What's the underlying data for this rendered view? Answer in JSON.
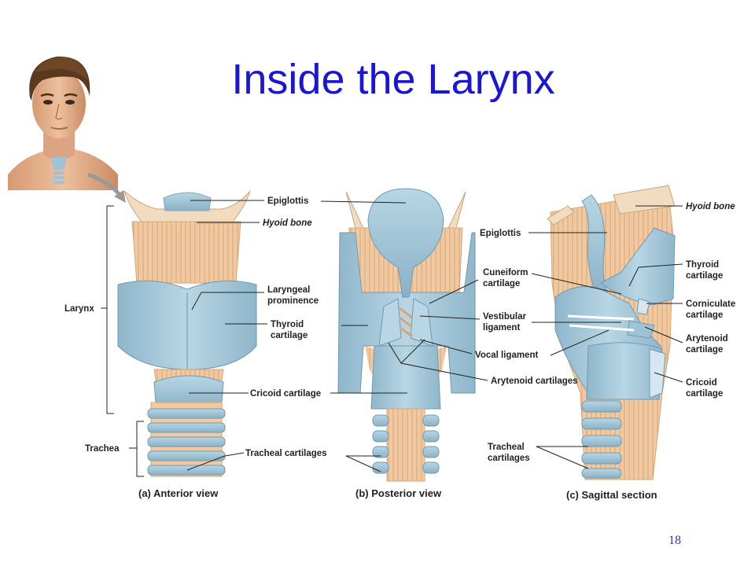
{
  "slide": {
    "title": "Inside the Larynx",
    "page_number": "18"
  },
  "figure": {
    "anterior": {
      "caption": "(a) Anterior view",
      "labels": {
        "epiglottis": "Epiglottis",
        "hyoid_bone": "Hyoid bone",
        "laryngeal_prominence": [
          "Laryngeal",
          "prominence"
        ],
        "thyroid_cartilage": [
          "Thyroid",
          "cartilage"
        ],
        "cricoid_cartilage": "Cricoid cartilage",
        "tracheal_cartilages": "Tracheal cartilages",
        "larynx": "Larynx",
        "trachea": "Trachea"
      }
    },
    "posterior": {
      "caption": "(b) Posterior view",
      "labels": {
        "cuneiform_cartilage": [
          "Cuneiform",
          "cartilage"
        ],
        "vestibular_ligament": [
          "Vestibular",
          "ligament"
        ],
        "vocal_ligament": "Vocal ligament",
        "arytenoid_cartilages": "Arytenoid cartilages"
      }
    },
    "sagittal": {
      "caption": "(c) Sagittal section",
      "labels": {
        "epiglottis": "Epiglottis",
        "hyoid_bone": "Hyoid bone",
        "thyroid_cartilage": [
          "Thyroid",
          "cartilage"
        ],
        "corniculate_cartilage": [
          "Corniculate",
          "cartilage"
        ],
        "arytenoid_cartilage": [
          "Arytenoid",
          "cartilage"
        ],
        "cricoid_cartilage": [
          "Cricoid",
          "cartilage"
        ],
        "tracheal_cartilages": [
          "Tracheal",
          "cartilages"
        ]
      }
    }
  },
  "colors": {
    "title": "#1a16d6",
    "cartilage": "#a9cbdc",
    "cartilage_dark": "#7fa8bf",
    "muscle": "#f0c9a0",
    "muscle_line": "#d8a678",
    "bone": "#f2dcc0",
    "skin": "#e9b48e",
    "hair": "#5a3a1e"
  }
}
